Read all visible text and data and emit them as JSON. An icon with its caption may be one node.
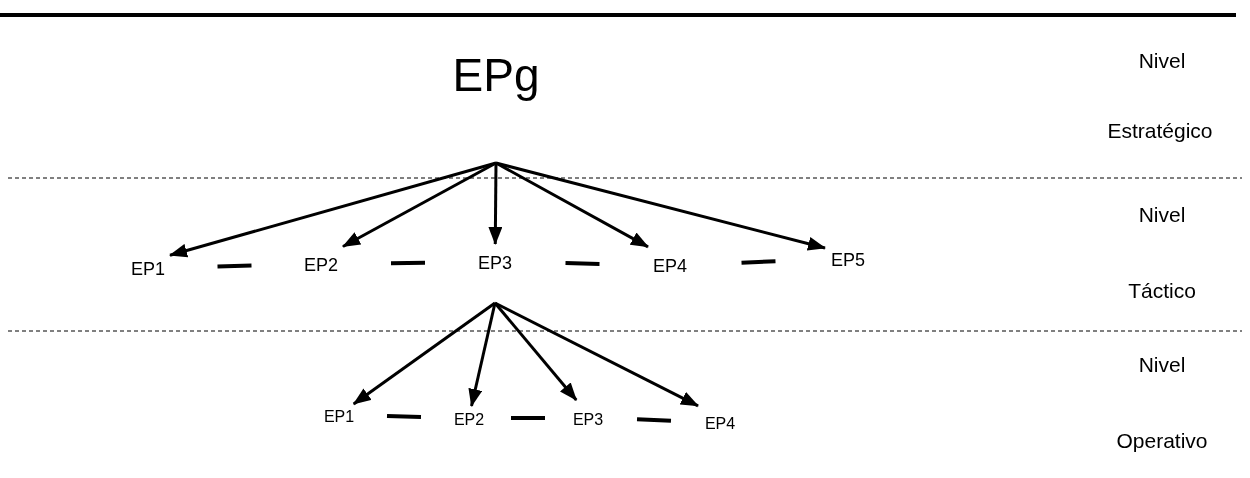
{
  "diagram": {
    "nodes": [
      {
        "text": [
          "EPg"
        ]
      },
      {
        "text": [
          "EP1"
        ]
      },
      {
        "text": [
          "EP2"
        ]
      },
      {
        "text": [
          "EP3"
        ]
      },
      {
        "text": [
          "EP4"
        ]
      },
      {
        "text": [
          "EP5"
        ]
      },
      {
        "text": [
          "EP1"
        ]
      },
      {
        "text": [
          "EP2"
        ]
      },
      {
        "text": [
          "EP3"
        ]
      },
      {
        "text": [
          "EP4"
        ]
      }
    ],
    "edges": [
      {
        "from": 0,
        "to": 1,
        "arrow": "to"
      },
      {
        "from": 0,
        "to": 2,
        "arrow": "to"
      },
      {
        "from": 0,
        "to": 3,
        "arrow": "to"
      },
      {
        "from": 0,
        "to": 4,
        "arrow": "to"
      },
      {
        "from": 0,
        "to": 5,
        "arrow": "to"
      },
      {
        "from": 1,
        "to": 2,
        "arrow": "none",
        "style": "dashed"
      },
      {
        "from": 2,
        "to": 3,
        "arrow": "none",
        "style": "dashed"
      },
      {
        "from": 3,
        "to": 4,
        "arrow": "none",
        "style": "dashed"
      },
      {
        "from": 4,
        "to": 5,
        "arrow": "none",
        "style": "dashed"
      },
      {
        "from": 3,
        "to": 6,
        "arrow": "to"
      },
      {
        "from": 3,
        "to": 7,
        "arrow": "to"
      },
      {
        "from": 3,
        "to": 8,
        "arrow": "to"
      },
      {
        "from": 3,
        "to": 9,
        "arrow": "to"
      },
      {
        "from": 6,
        "to": 7,
        "arrow": "none",
        "style": "dashed"
      },
      {
        "from": 7,
        "to": 8,
        "arrow": "none",
        "style": "dashed"
      },
      {
        "from": 8,
        "to": 9,
        "arrow": "none",
        "style": "dashed"
      }
    ],
    "labels": [
      "Nivel",
      "Estratégico",
      "Nivel",
      "Táctico",
      "Nivel",
      "Operativo"
    ]
  }
}
